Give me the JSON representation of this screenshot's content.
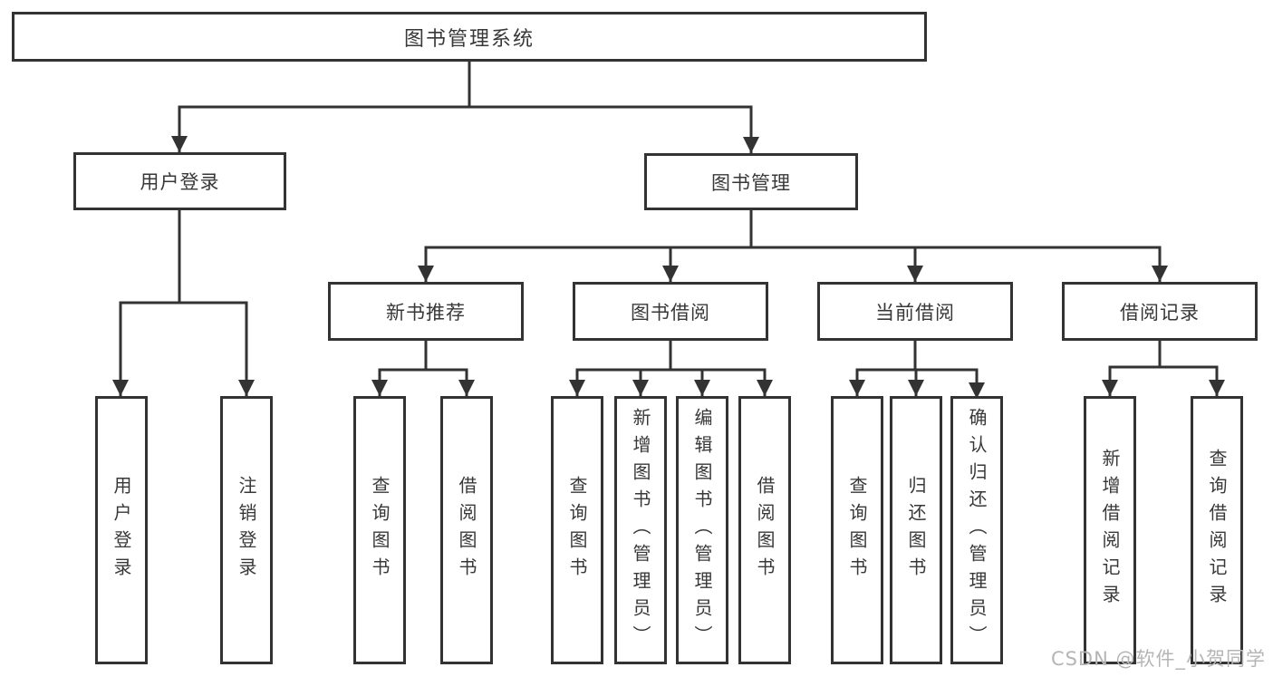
{
  "tree": {
    "root": {
      "label": "图书管理系统"
    },
    "user_login": {
      "label": "用户登录",
      "children": [
        {
          "label": "用户登录"
        },
        {
          "label": "注销登录"
        }
      ]
    },
    "book_mgmt": {
      "label": "图书管理",
      "sections": [
        {
          "label": "新书推荐",
          "children": [
            {
              "label": "查询图书"
            },
            {
              "label": "借阅图书"
            }
          ]
        },
        {
          "label": "图书借阅",
          "children": [
            {
              "label": "查询图书"
            },
            {
              "label": "新增图书（管理员）"
            },
            {
              "label": "编辑图书（管理员）"
            },
            {
              "label": "借阅图书"
            }
          ]
        },
        {
          "label": "当前借阅",
          "children": [
            {
              "label": "查询图书"
            },
            {
              "label": "归还图书"
            },
            {
              "label": "确认归还（管理员）"
            }
          ]
        },
        {
          "label": "借阅记录",
          "children": [
            {
              "label": "新增借阅记录"
            },
            {
              "label": "查询借阅记录"
            }
          ]
        }
      ]
    }
  },
  "watermark": {
    "text": "CSDN @软件_小贺同学"
  },
  "colors": {
    "line": "#333333",
    "box_border": "#333333",
    "text": "#383838",
    "watermark": "#b5b5b5",
    "background": "#ffffff"
  }
}
